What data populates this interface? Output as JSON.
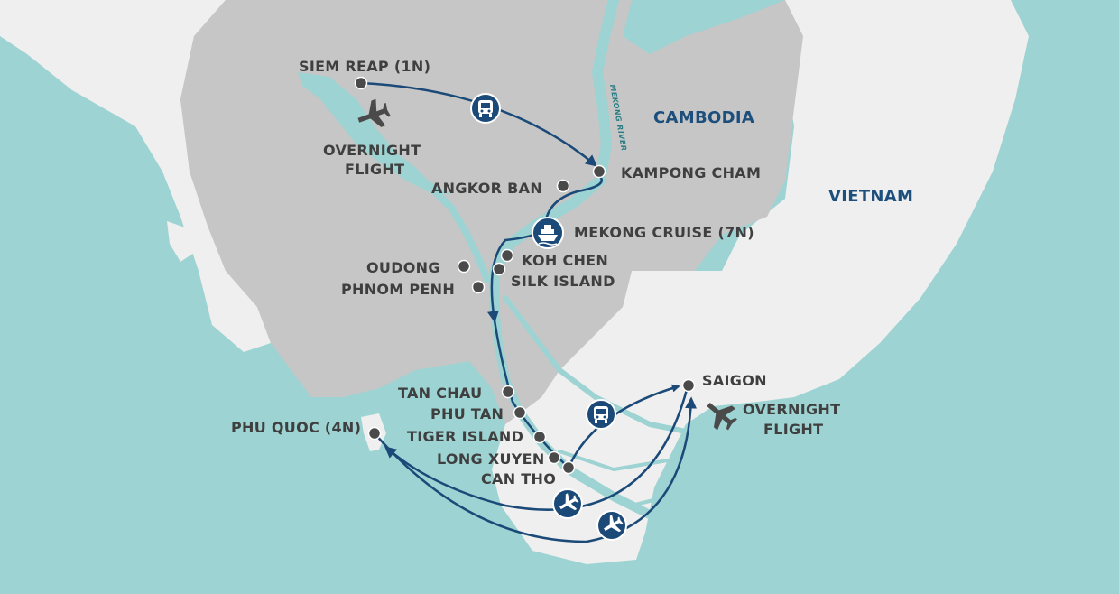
{
  "countries": {
    "cambodia": "CAMBODIA",
    "vietnam": "VIETNAM"
  },
  "river": "MEKONG RIVER",
  "stops": {
    "siem_reap": "SIEM REAP (1N)",
    "kampong_cham": "KAMPONG CHAM",
    "angkor_ban": "ANGKOR BAN",
    "mekong_cruise": "MEKONG CRUISE (7N)",
    "koh_chen": "KOH CHEN",
    "silk_island": "SILK ISLAND",
    "oudong": "OUDONG",
    "phnom_penh": "PHNOM PENH",
    "tan_chau": "TAN CHAU",
    "phu_tan": "PHU TAN",
    "tiger_island": "TIGER ISLAND",
    "long_xuyen": "LONG XUYEN",
    "can_tho": "CAN THO",
    "saigon": "SAIGON",
    "phu_quoc": "PHU QUOC (4N)"
  },
  "flight_notes": {
    "west_line1": "OVERNIGHT",
    "west_line2": "FLIGHT",
    "east_line1": "OVERNIGHT",
    "east_line2": "FLIGHT"
  },
  "icons": {
    "bus": "bus-icon",
    "ship": "ship-icon",
    "plane": "plane-icon"
  },
  "colors": {
    "sea": "#9dd3d2",
    "cambodia": "#c6c6c6",
    "vietnam": "#efefef",
    "route": "#1b4a78",
    "marker": "#4a4a4a",
    "label": "#3f3f3f"
  }
}
